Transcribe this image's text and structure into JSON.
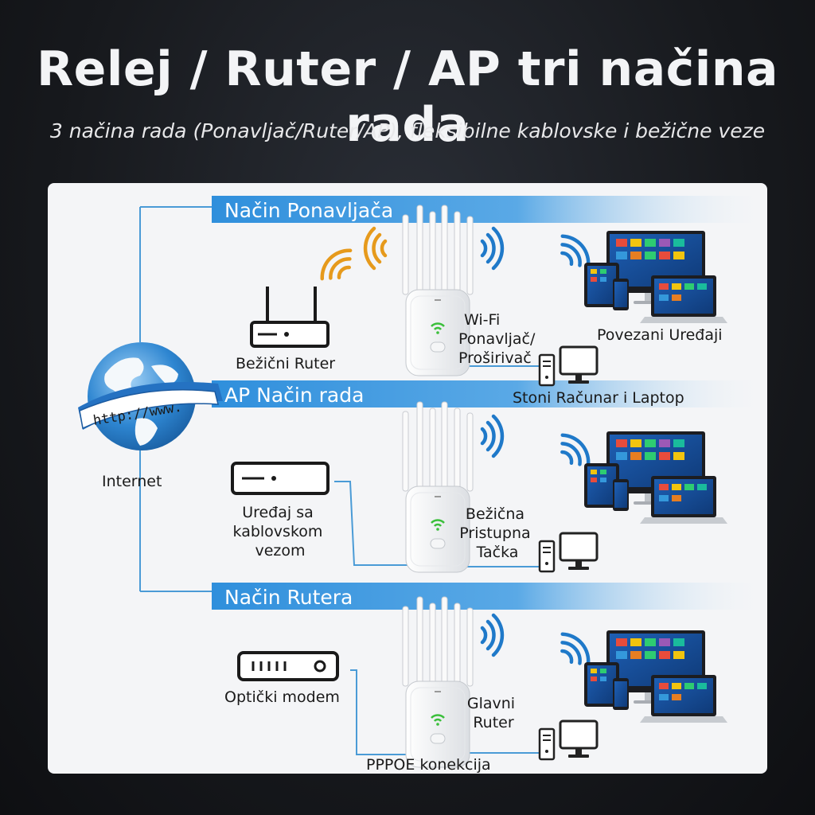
{
  "title": "Relej / Ruter / AP tri načina rada",
  "subtitle": "3 načina rada (Ponavljač/Ruter/AP), fleksibilne kablovske i bežične veze",
  "internet": {
    "url_text": "http://www.",
    "label": "Internet"
  },
  "sections": [
    {
      "band_label": "Način Ponavljača",
      "source_label": [
        "Bežični Ruter"
      ],
      "device_label": [
        "Wi-Fi",
        "Ponavljač/",
        "Proširivač"
      ],
      "connected_label": "Povezani Uređaji",
      "pc_label": "Stoni Računar i Laptop"
    },
    {
      "band_label": "AP Način rada",
      "source_label": [
        "Uređaj sa",
        "kablovskom",
        "vezom"
      ],
      "device_label": [
        "Bežična",
        "Pristupna",
        "Tačka"
      ]
    },
    {
      "band_label": "Način Rutera",
      "source_label": [
        "Optički modem"
      ],
      "device_label": [
        "Glavni",
        "Ruter"
      ],
      "bottom_label": "PPPOE konekcija"
    }
  ],
  "colors": {
    "band": "#2f8fdc",
    "line": "#4a9bd6",
    "wifi_blue": "#1f79c9",
    "wifi_orange": "#e69a1c",
    "led_green": "#3bbf3b"
  }
}
